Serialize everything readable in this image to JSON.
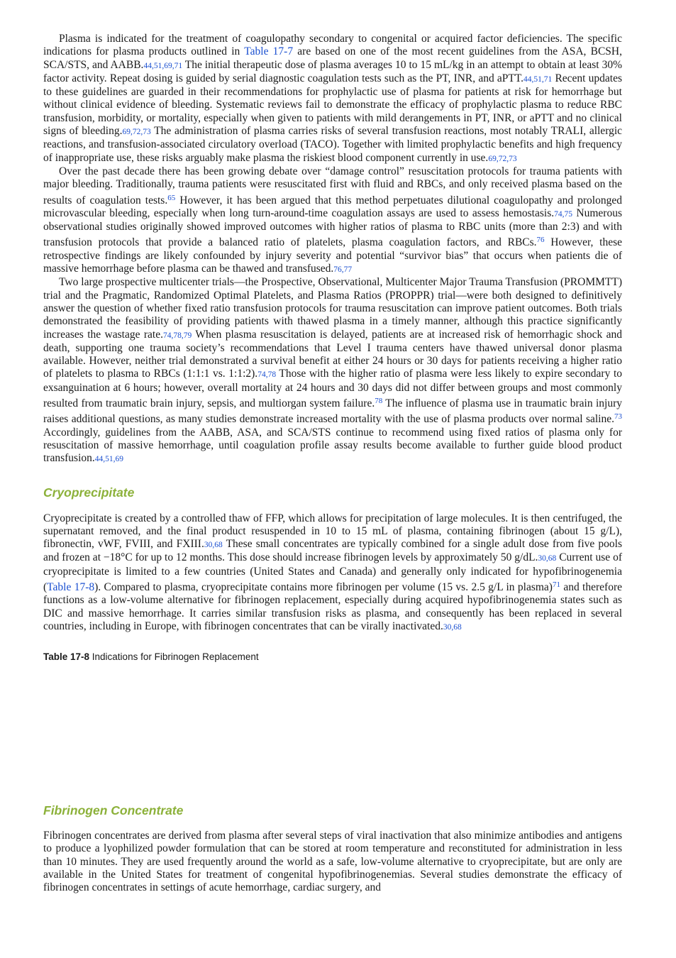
{
  "sections": {
    "plasma_p1": [
      {
        "t": "Plasma is indicated for the treatment of coagulopathy secondary to congenital or acquired factor deficiencies. The specific indications for plasma products outlined in "
      },
      {
        "t": "Table 17-7",
        "k": "link"
      },
      {
        "t": " are based on one of the most recent guidelines from the ASA, BCSH, SCA/STS, and AABB."
      },
      {
        "t": "44,51,69,71",
        "k": "ref"
      },
      {
        "t": " The initial therapeutic dose of plasma averages 10 to 15 mL/kg in an attempt to obtain at least 30% factor activity. Repeat dosing is guided by serial diagnostic coagulation tests such as the PT, INR, and aPTT."
      },
      {
        "t": "44,51,71",
        "k": "ref"
      },
      {
        "t": " Recent updates to these guidelines are guarded in their recommendations for prophylactic use of plasma for patients at risk for hemorrhage but without clinical evidence of bleeding. Systematic reviews fail to demonstrate the efficacy of prophylactic plasma to reduce RBC transfusion, morbidity, or mortality, especially when given to patients with mild derangements in PT, INR, or aPTT and no clinical signs of bleeding."
      },
      {
        "t": "69,72,73",
        "k": "ref"
      },
      {
        "t": " The administration of plasma carries risks of several transfusion reactions, most notably TRALI, allergic reactions, and transfusion-associated circulatory overload (TACO). Together with limited prophylactic benefits and high frequency of inappropriate use, these risks arguably make plasma the riskiest blood component currently in use."
      },
      {
        "t": "69,72,73",
        "k": "ref"
      }
    ],
    "plasma_p2": [
      {
        "t": "Over the past decade there has been growing debate over “damage control” resuscitation protocols for trauma patients with major bleeding. Traditionally, trauma patients were resuscitated first with fluid and RBCs, and only received plasma based on the results of coagulation tests."
      },
      {
        "t": "65",
        "k": "sup"
      },
      {
        "t": " However, it has been argued that this method perpetuates dilutional coagulopathy and prolonged microvascular bleeding, especially when long turn-around-time coagulation assays are used to assess hemostasis."
      },
      {
        "t": "74,75",
        "k": "ref"
      },
      {
        "t": " Numerous observational studies originally showed improved outcomes with higher ratios of plasma to RBC units (more than 2:3) and with transfusion protocols that provide a balanced ratio of platelets, plasma coagulation factors, and RBCs."
      },
      {
        "t": "76",
        "k": "sup"
      },
      {
        "t": " However, these retrospective findings are likely confounded by injury severity and potential “survivor bias” that occurs when patients die of massive hemorrhage before plasma can be thawed and transfused."
      },
      {
        "t": "76,77",
        "k": "ref"
      }
    ],
    "plasma_p3": [
      {
        "t": "Two large prospective multicenter trials—the Prospective, Observational, Multicenter Major Trauma Transfusion (PROMMTT) trial and the Pragmatic, Randomized Optimal Platelets, and Plasma Ratios (PROPPR) trial—were both designed to definitively answer the question of whether fixed ratio transfusion protocols for trauma resuscitation can improve patient outcomes. Both trials demonstrated the feasibility of providing patients with thawed plasma in a timely manner, although this practice significantly increases the wastage rate."
      },
      {
        "t": "74,78,79",
        "k": "ref"
      },
      {
        "t": " When plasma resuscitation is delayed, patients are at increased risk of hemorrhagic shock and death, supporting one trauma society’s recommendations that Level I trauma centers have thawed universal donor plasma available. However, neither trial demonstrated a survival benefit at either 24 hours or 30 days for patients receiving a higher ratio of platelets to plasma to RBCs (1:1:1 vs. 1:1:2)."
      },
      {
        "t": "74,78",
        "k": "ref"
      },
      {
        "t": " Those with the higher ratio of plasma were less likely to expire secondary to exsanguination at 6 hours; however, overall mortality at 24 hours and 30 days did not differ between groups and most commonly resulted from traumatic brain injury, sepsis, and multiorgan system failure."
      },
      {
        "t": "78",
        "k": "sup"
      },
      {
        "t": " The influence of plasma use in traumatic brain injury raises additional questions, as many studies demonstrate increased mortality with the use of plasma products over normal saline."
      },
      {
        "t": "73",
        "k": "sup"
      },
      {
        "t": " Accordingly, guidelines from the AABB, ASA, and SCA/STS continue to recommend using fixed ratios of plasma only for resuscitation of massive hemorrhage, until coagulation profile assay results become available to further guide blood product transfusion."
      },
      {
        "t": "44,51,69",
        "k": "ref"
      }
    ],
    "cryo_heading": "Cryoprecipitate",
    "cryo_p1": [
      {
        "t": "Cryoprecipitate is created by a controlled thaw of FFP, which allows for precipitation of large molecules. It is then centrifuged, the supernatant removed, and the final product resuspended in 10 to 15 mL of plasma, containing fibrinogen (about 15 g/L), fibronectin, vWF, FVIII, and FXIII."
      },
      {
        "t": "30,68",
        "k": "ref"
      },
      {
        "t": " These small concentrates are typically combined for a single adult dose from five pools and frozen at −18°C for up to 12 months. This dose should increase fibrinogen levels by approximately 50 g/dL."
      },
      {
        "t": "30,68",
        "k": "ref"
      },
      {
        "t": " Current use of cryoprecipitate is limited to a few countries (United States and Canada) and generally only indicated for hypofibrinogenemia ("
      },
      {
        "t": "Table 17-8",
        "k": "link"
      },
      {
        "t": "). Compared to plasma, cryoprecipitate contains more fibrinogen per volume (15 vs. 2.5 g/L in plasma)"
      },
      {
        "t": "71",
        "k": "sup"
      },
      {
        "t": " and therefore functions as a low-volume alternative for fibrinogen replacement, especially during acquired hypofibrinogenemia states such as DIC and massive hemorrhage. It carries similar transfusion risks as plasma, and consequently has been replaced in several countries, including in Europe, with fibrinogen concentrates that can be virally inactivated."
      },
      {
        "t": "30,68",
        "k": "ref"
      }
    ],
    "table_caption_label": "Table 17-8",
    "table_caption_text": " Indications for Fibrinogen Replacement",
    "fib_heading": "Fibrinogen Concentrate",
    "fib_p1": [
      {
        "t": "Fibrinogen concentrates are derived from plasma after several steps of viral inactivation that also minimize antibodies and antigens to produce a lyophilized powder formulation that can be stored at room temperature and reconstituted for administration in less than 10 minutes. They are used frequently around the world as a safe, low-volume alternative to cryoprecipitate, but are only are available in the United States for treatment of congenital hypofibrinogenemias. Several studies demonstrate the efficacy of fibrinogen concentrates in settings of acute hemorrhage, cardiac surgery, and"
      }
    ]
  },
  "colors": {
    "body_text": "#1a1a1a",
    "link_blue": "#1a4fd0",
    "heading_green": "#8cb13a"
  }
}
